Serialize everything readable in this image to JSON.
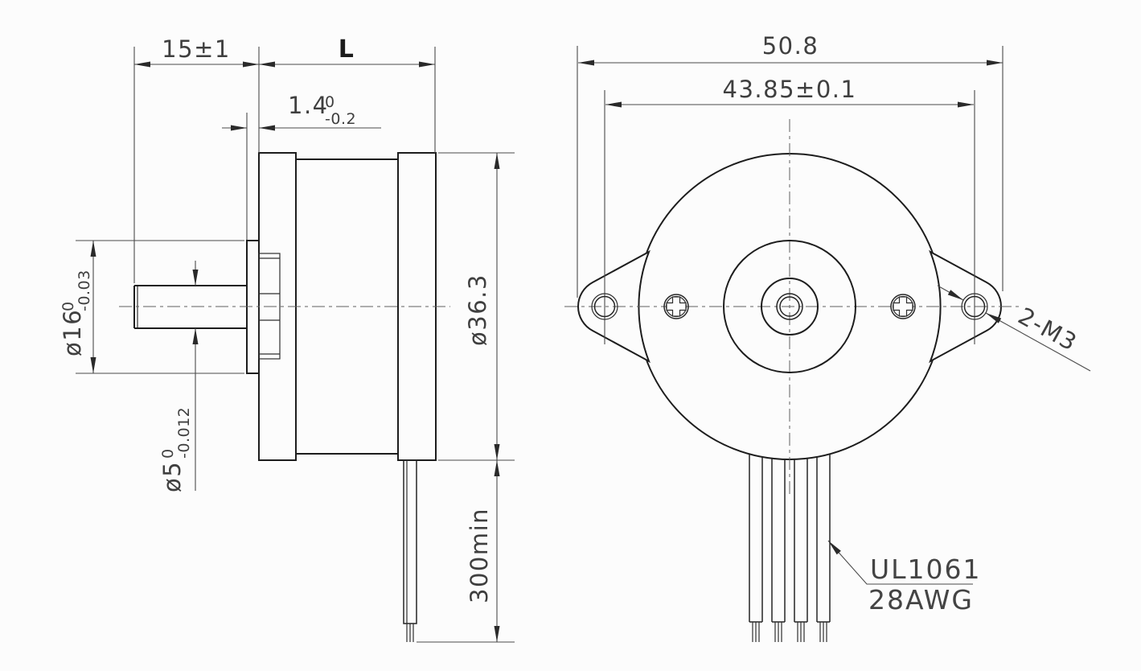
{
  "drawing": {
    "kind": "technical-drawing",
    "subject": "round stepper motor outline drawing, side view and front view",
    "colors": {
      "background": "#fcfcfc",
      "outline": "#1d1d1d",
      "dimension_lines": "#4a4a4a",
      "text": "#3f3f3f"
    },
    "side_view": {
      "shaft_extension": "15±1",
      "motor_length": "L",
      "pilot_depth": {
        "nominal": "1.4",
        "tol_upper": "0",
        "tol_lower": "-0.2"
      },
      "pilot_diameter": {
        "nominal": "ø16",
        "tol_upper": "0",
        "tol_lower": "-0.03"
      },
      "shaft_diameter": {
        "nominal": "ø5",
        "tol_upper": "0",
        "tol_lower": "-0.012"
      },
      "body_diameter": "ø36.3",
      "lead_wire_length": "300min"
    },
    "front_view": {
      "overall_width": "50.8",
      "mounting_hole_spacing": "43.85±0.1",
      "mounting_hole_note": "2-M3",
      "wire_note_line1": "UL1061",
      "wire_note_line2": "28AWG"
    }
  }
}
